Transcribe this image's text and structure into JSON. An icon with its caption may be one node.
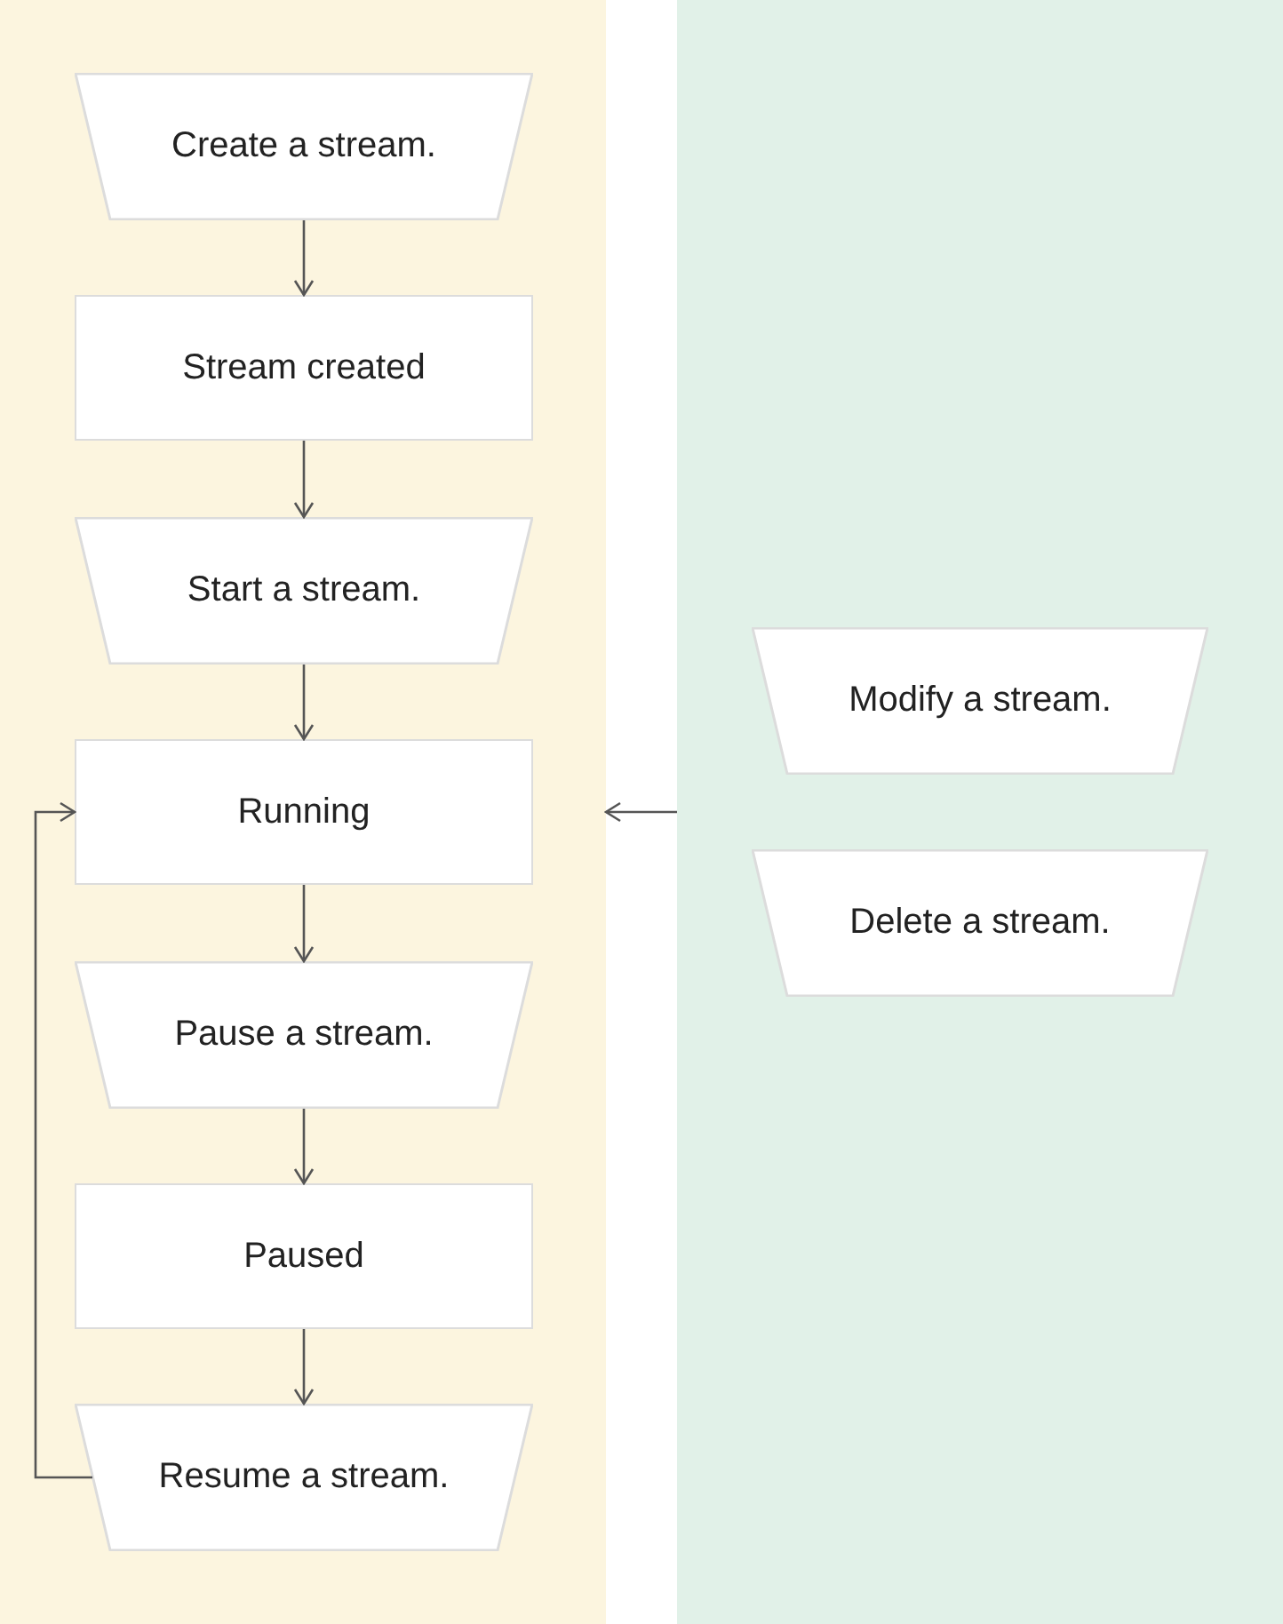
{
  "diagram": {
    "nodes": [
      {
        "text": [],
        "shape": "box"
      },
      {
        "text": [
          "Create a stream."
        ],
        "in": 0
      },
      {
        "text": [
          "Stream created"
        ],
        "in": 0
      },
      {
        "text": [
          "Start a stream."
        ],
        "in": 0
      },
      {
        "text": [
          "Running"
        ],
        "in": 0
      },
      {
        "text": [
          "Pause a stream."
        ],
        "in": 0
      },
      {
        "text": [
          "Paused"
        ],
        "in": 0
      },
      {
        "text": [
          "Resume a stream."
        ],
        "in": 0
      },
      {
        "text": [],
        "shape": "box"
      },
      {
        "text": [
          "Modify a stream."
        ],
        "in": 8
      },
      {
        "text": [
          "Delete a stream."
        ],
        "in": 8
      }
    ],
    "edges": [
      {
        "from": 1,
        "to": 2,
        "arrow": "to"
      },
      {
        "from": 2,
        "to": 3,
        "arrow": "to"
      },
      {
        "from": 3,
        "to": 4,
        "arrow": "to"
      },
      {
        "from": 4,
        "to": 5,
        "arrow": "to"
      },
      {
        "from": 5,
        "to": 6,
        "arrow": "to"
      },
      {
        "from": 6,
        "to": 7,
        "arrow": "to"
      },
      {
        "from": 7,
        "to": 4,
        "arrow": "to"
      },
      {
        "from": 8,
        "to": 0,
        "arrow": "to"
      }
    ]
  }
}
